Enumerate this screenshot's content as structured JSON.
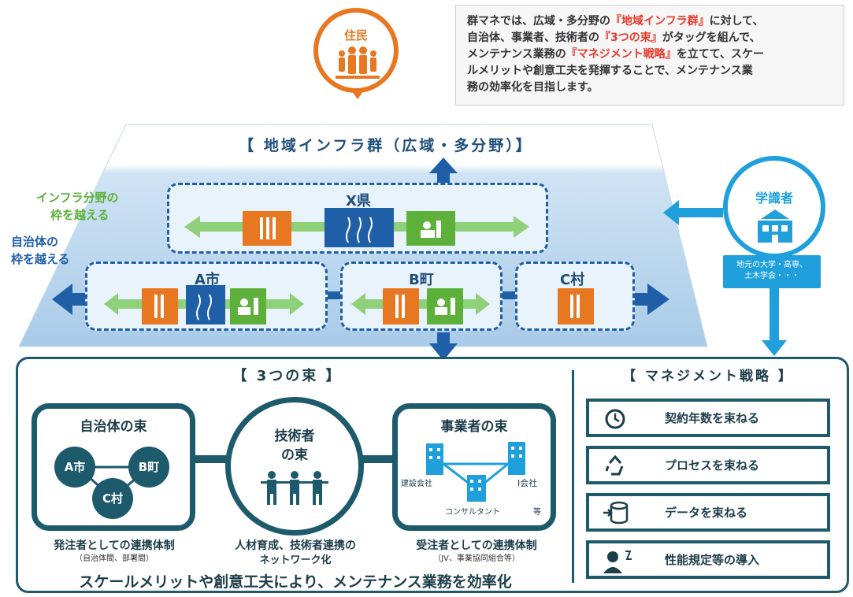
{
  "resident": {
    "label": "住民"
  },
  "description": {
    "line1_pre": "群マネでは、広域・多分野の",
    "line1_hl": "『地域インフラ群』",
    "line1_post": "に対して、",
    "line2_pre": "自治体、事業者、技術者の",
    "line2_hl": "『3つの束』",
    "line2_post": "がタッグを組んで、",
    "line3_pre": "メンテナンス業務の",
    "line3_hl": "『マネジメント戦略』",
    "line3_post": "を立てて、スケー",
    "line4": "ルメリットや創意工夫を発揮することで、メンテナンス業",
    "line5": "務の効率化を目指します。"
  },
  "infra_group": {
    "title": "【 地域インフラ群（広域・多分野）】",
    "cross_field_label": [
      "インフラ分野の",
      "枠を越える"
    ],
    "cross_municipality_label": [
      "自治体の",
      "枠を越える"
    ],
    "regions": {
      "x_pref": "X県",
      "a_city": "A市",
      "b_town": "B町",
      "c_village": "C村"
    }
  },
  "academia": {
    "label": "学識者",
    "sub": [
      "地元の大学・高専、",
      "土木学会・・・"
    ]
  },
  "three_bundles": {
    "heading": "【 3つの束 】",
    "municipal": {
      "title": "自治体の束",
      "nodes": [
        "A市",
        "B町",
        "C村"
      ],
      "caption": "発注者としての連携体制",
      "sub": "（自治体間、部署間）"
    },
    "engineer": {
      "title_line1": "技術者",
      "title_line2": "の束",
      "caption_line1": "人材育成、技術者連携の",
      "caption_line2": "ネットワーク化"
    },
    "business": {
      "title": "事業者の束",
      "labels": [
        "建設会社",
        "I会社",
        "コンサルタント",
        "等"
      ],
      "caption": "受注者としての連携体制",
      "sub": "（JV、事業協同組合等）"
    }
  },
  "footer_slogan": "スケールメリットや創意工夫により、メンテナンス業務を効率化",
  "management_strategy": {
    "heading": "【 マネジメント戦略 】",
    "items": [
      {
        "label": "契約年数を束ねる",
        "icon": "clock-icon"
      },
      {
        "label": "プロセスを束ねる",
        "icon": "recycle-icon"
      },
      {
        "label": "データを束ねる",
        "icon": "database-icon"
      },
      {
        "label": "性能規定等の導入",
        "icon": "engineer-icon"
      }
    ]
  },
  "colors": {
    "orange": "#e87722",
    "navy": "#1f5fa8",
    "green": "#5db13a",
    "teal": "#1c5a6c",
    "sky": "#1fa0dc",
    "red_highlight": "#e8392b"
  }
}
